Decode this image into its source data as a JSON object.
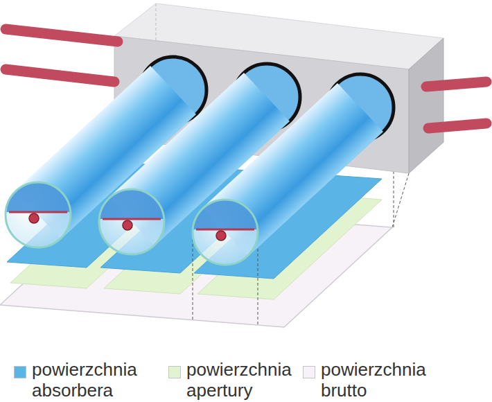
{
  "diagram": {
    "legend": [
      {
        "text": "powierzchnia absorbera",
        "color": "#5ab4e6"
      },
      {
        "text": "powierzchnia apertury",
        "color": "#e2f4cf"
      },
      {
        "text": "powierzchnia brutto",
        "color": "#f6f2f7"
      }
    ]
  }
}
